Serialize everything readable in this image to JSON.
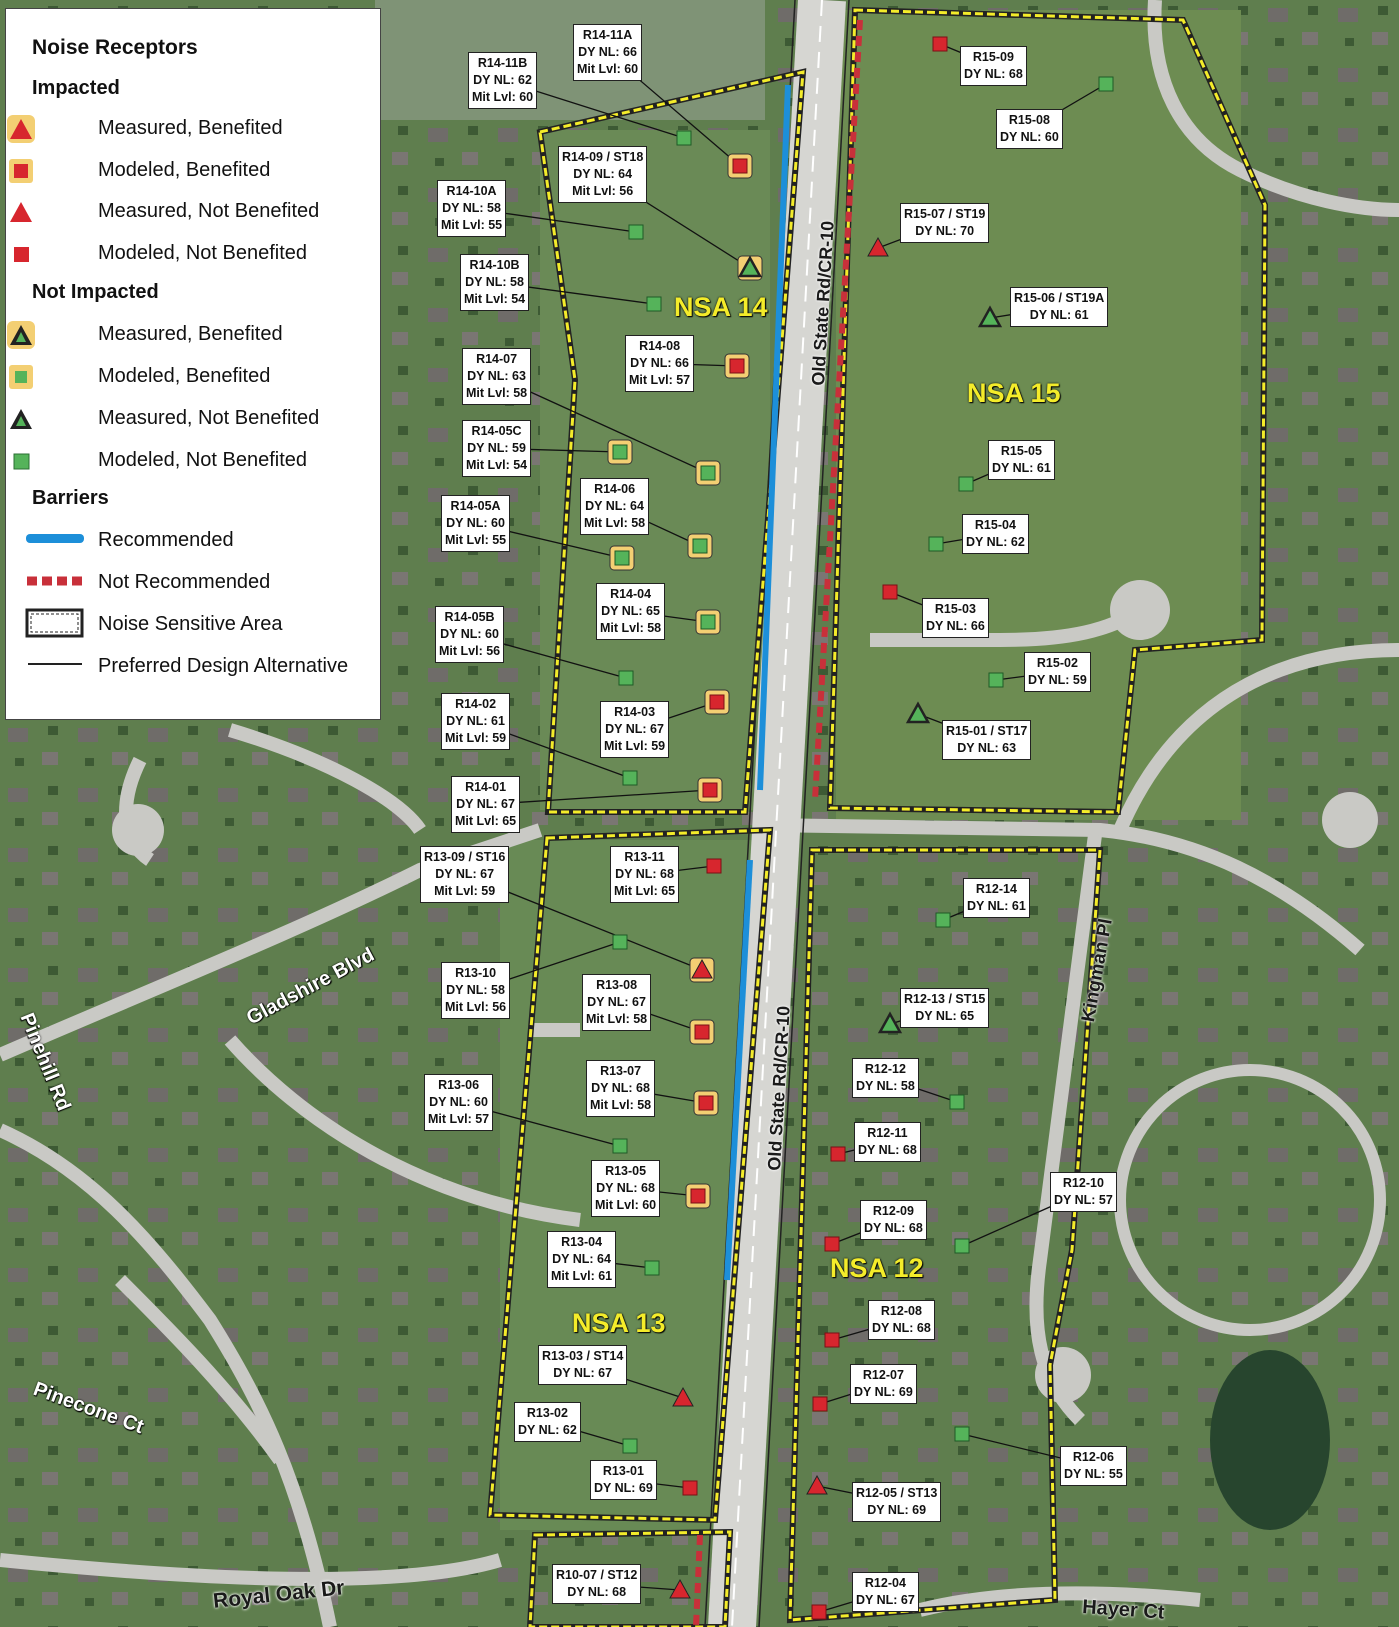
{
  "legend": {
    "title": "Noise Receptors",
    "impacted": {
      "heading": "Impacted",
      "items": [
        "Measured, Benefited",
        "Modeled, Benefited",
        "Measured, Not Benefited",
        "Modeled, Not Benefited"
      ]
    },
    "not_impacted": {
      "heading": "Not Impacted",
      "items": [
        "Measured, Benefited",
        "Modeled, Benefited",
        "Measured, Not Benefited",
        "Modeled, Not Benefited"
      ]
    },
    "barriers": {
      "heading": "Barriers",
      "items": [
        "Recommended",
        "Not Recommended",
        "Noise Sensitive Area",
        "Preferred Design Alternative"
      ]
    }
  },
  "colors": {
    "impacted_red": "#d7262e",
    "benefited_halo": "#f3cf73",
    "not_impacted_green": "#55b35a",
    "barrier_recommended": "#1d8fd9",
    "barrier_not_recommended": "#c8303a",
    "nsa_boundary": "#f4ec2a"
  },
  "nsa_labels": [
    "NSA 14",
    "NSA 15",
    "NSA 12",
    "NSA 13"
  ],
  "road_labels": [
    "Old State Rd/CR-10",
    "Old State Rd/CR-10",
    "Gladshire Blvd",
    "Pinehill Rd",
    "Pinecone Ct",
    "Royal Oak Dr",
    "Kingman Pl",
    "Hayer Ct"
  ],
  "receptors": [
    {
      "id": "R14-11A",
      "lines": [
        "R14-11A",
        "DY NL: 66",
        "Mit Lvl: 60"
      ],
      "status": "impacted-modeled-benefited"
    },
    {
      "id": "R14-11B",
      "lines": [
        "R14-11B",
        "DY NL: 62",
        "Mit Lvl: 60"
      ],
      "status": "not-impacted-modeled"
    },
    {
      "id": "R14-09",
      "lines": [
        "R14-09 / ST18",
        "DY NL: 64",
        "Mit Lvl: 56"
      ],
      "status": "not-impacted-measured-benefited"
    },
    {
      "id": "R14-10A",
      "lines": [
        "R14-10A",
        "DY NL: 58",
        "Mit Lvl: 55"
      ],
      "status": "not-impacted-modeled"
    },
    {
      "id": "R14-10B",
      "lines": [
        "R14-10B",
        "DY NL: 58",
        "Mit Lvl: 54"
      ],
      "status": "not-impacted-modeled"
    },
    {
      "id": "R14-08",
      "lines": [
        "R14-08",
        "DY NL: 66",
        "Mit Lvl: 57"
      ],
      "status": "impacted-modeled-benefited"
    },
    {
      "id": "R14-07",
      "lines": [
        "R14-07",
        "DY NL: 63",
        "Mit Lvl: 58"
      ],
      "status": "not-impacted-modeled-benefited"
    },
    {
      "id": "R14-05C",
      "lines": [
        "R14-05C",
        "DY NL: 59",
        "Mit Lvl: 54"
      ],
      "status": "not-impacted-modeled-benefited"
    },
    {
      "id": "R14-06",
      "lines": [
        "R14-06",
        "DY NL: 64",
        "Mit Lvl: 58"
      ],
      "status": "not-impacted-modeled-benefited"
    },
    {
      "id": "R14-05A",
      "lines": [
        "R14-05A",
        "DY NL: 60",
        "Mit Lvl: 55"
      ],
      "status": "not-impacted-modeled-benefited"
    },
    {
      "id": "R14-04",
      "lines": [
        "R14-04",
        "DY NL: 65",
        "Mit Lvl: 58"
      ],
      "status": "not-impacted-modeled-benefited"
    },
    {
      "id": "R14-05B",
      "lines": [
        "R14-05B",
        "DY NL: 60",
        "Mit Lvl: 56"
      ],
      "status": "not-impacted-modeled"
    },
    {
      "id": "R14-02",
      "lines": [
        "R14-02",
        "DY NL: 61",
        "Mit Lvl: 59"
      ],
      "status": "not-impacted-modeled"
    },
    {
      "id": "R14-03",
      "lines": [
        "R14-03",
        "DY NL: 67",
        "Mit Lvl: 59"
      ],
      "status": "impacted-modeled-benefited"
    },
    {
      "id": "R14-01",
      "lines": [
        "R14-01",
        "DY NL: 67",
        "Mit Lvl: 65"
      ],
      "status": "impacted-modeled-benefited"
    },
    {
      "id": "R15-09",
      "lines": [
        "R15-09",
        "DY NL: 68"
      ],
      "status": "impacted-modeled"
    },
    {
      "id": "R15-08",
      "lines": [
        "R15-08",
        "DY NL: 60"
      ],
      "status": "not-impacted-modeled"
    },
    {
      "id": "R15-07",
      "lines": [
        "R15-07 / ST19",
        "DY NL: 70"
      ],
      "status": "impacted-measured"
    },
    {
      "id": "R15-06",
      "lines": [
        "R15-06 / ST19A",
        "DY NL: 61"
      ],
      "status": "not-impacted-measured"
    },
    {
      "id": "R15-05",
      "lines": [
        "R15-05",
        "DY NL: 61"
      ],
      "status": "not-impacted-modeled"
    },
    {
      "id": "R15-04",
      "lines": [
        "R15-04",
        "DY NL: 62"
      ],
      "status": "not-impacted-modeled"
    },
    {
      "id": "R15-03",
      "lines": [
        "R15-03",
        "DY NL: 66"
      ],
      "status": "impacted-modeled"
    },
    {
      "id": "R15-02",
      "lines": [
        "R15-02",
        "DY NL: 59"
      ],
      "status": "not-impacted-modeled"
    },
    {
      "id": "R15-01",
      "lines": [
        "R15-01 / ST17",
        "DY NL: 63"
      ],
      "status": "not-impacted-measured"
    },
    {
      "id": "R13-09",
      "lines": [
        "R13-09 / ST16",
        "DY NL: 67",
        "Mit Lvl: 59"
      ],
      "status": "impacted-measured-benefited"
    },
    {
      "id": "R13-11",
      "lines": [
        "R13-11",
        "DY NL: 68",
        "Mit Lvl: 65"
      ],
      "status": "impacted-modeled"
    },
    {
      "id": "R13-10",
      "lines": [
        "R13-10",
        "DY NL: 58",
        "Mit Lvl: 56"
      ],
      "status": "not-impacted-modeled"
    },
    {
      "id": "R13-08",
      "lines": [
        "R13-08",
        "DY NL: 67",
        "Mit Lvl: 58"
      ],
      "status": "impacted-modeled-benefited"
    },
    {
      "id": "R13-06",
      "lines": [
        "R13-06",
        "DY NL: 60",
        "Mit Lvl: 57"
      ],
      "status": "not-impacted-modeled"
    },
    {
      "id": "R13-07",
      "lines": [
        "R13-07",
        "DY NL: 68",
        "Mit Lvl: 58"
      ],
      "status": "impacted-modeled-benefited"
    },
    {
      "id": "R13-05",
      "lines": [
        "R13-05",
        "DY NL: 68",
        "Mit Lvl: 60"
      ],
      "status": "impacted-modeled-benefited"
    },
    {
      "id": "R13-04",
      "lines": [
        "R13-04",
        "DY NL: 64",
        "Mit Lvl: 61"
      ],
      "status": "not-impacted-modeled"
    },
    {
      "id": "R13-03",
      "lines": [
        "R13-03 / ST14",
        "DY NL: 67"
      ],
      "status": "impacted-measured"
    },
    {
      "id": "R13-02",
      "lines": [
        "R13-02",
        "DY NL: 62"
      ],
      "status": "not-impacted-modeled"
    },
    {
      "id": "R13-01",
      "lines": [
        "R13-01",
        "DY NL: 69"
      ],
      "status": "impacted-modeled"
    },
    {
      "id": "R12-14",
      "lines": [
        "R12-14",
        "DY NL: 61"
      ],
      "status": "not-impacted-modeled"
    },
    {
      "id": "R12-13",
      "lines": [
        "R12-13 / ST15",
        "DY NL: 65"
      ],
      "status": "not-impacted-measured"
    },
    {
      "id": "R12-12",
      "lines": [
        "R12-12",
        "DY NL: 58"
      ],
      "status": "not-impacted-modeled"
    },
    {
      "id": "R12-11",
      "lines": [
        "R12-11",
        "DY NL: 68"
      ],
      "status": "impacted-modeled"
    },
    {
      "id": "R12-10",
      "lines": [
        "R12-10",
        "DY NL: 57"
      ],
      "status": "not-impacted-modeled"
    },
    {
      "id": "R12-09",
      "lines": [
        "R12-09",
        "DY NL: 68"
      ],
      "status": "impacted-modeled"
    },
    {
      "id": "R12-08",
      "lines": [
        "R12-08",
        "DY NL: 68"
      ],
      "status": "impacted-modeled"
    },
    {
      "id": "R12-07",
      "lines": [
        "R12-07",
        "DY NL: 69"
      ],
      "status": "impacted-modeled"
    },
    {
      "id": "R12-06",
      "lines": [
        "R12-06",
        "DY NL: 55"
      ],
      "status": "not-impacted-modeled"
    },
    {
      "id": "R12-05",
      "lines": [
        "R12-05 / ST13",
        "DY NL: 69"
      ],
      "status": "impacted-measured"
    },
    {
      "id": "R12-04",
      "lines": [
        "R12-04",
        "DY NL: 67"
      ],
      "status": "impacted-modeled"
    },
    {
      "id": "R10-07",
      "lines": [
        "R10-07 / ST12",
        "DY NL: 68"
      ],
      "status": "impacted-measured"
    }
  ]
}
